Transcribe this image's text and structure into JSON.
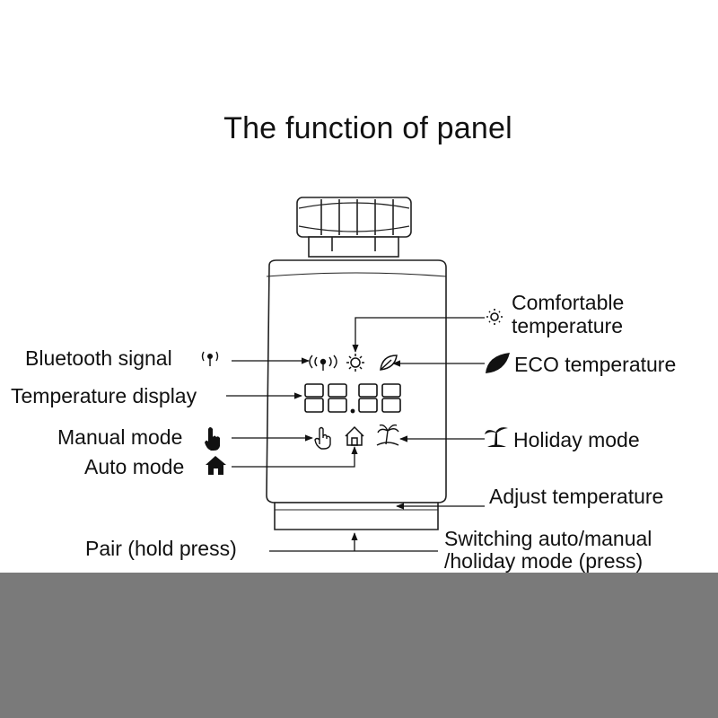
{
  "title": "The function of panel",
  "labels": {
    "bluetooth": "Bluetooth signal",
    "temp_display": "Temperature display",
    "manual": "Manual mode",
    "auto": "Auto mode",
    "comfort_line1": "Comfortable",
    "comfort_line2": "temperature",
    "eco": "ECO temperature",
    "holiday": "Holiday mode",
    "adjust": "Adjust temperature",
    "pair": "Pair (hold press)",
    "switch_line1": "Switching auto/manual",
    "switch_line2": "/holiday mode (press)"
  },
  "display": {
    "digits": "88.88"
  },
  "icons": [
    "bluetooth-icon",
    "sun-icon",
    "leaf-icon",
    "hand-icon",
    "house-icon",
    "palm-tree-icon"
  ],
  "colors": {
    "ink": "#111111",
    "band": "#7a7a7a",
    "background": "#ffffff"
  }
}
